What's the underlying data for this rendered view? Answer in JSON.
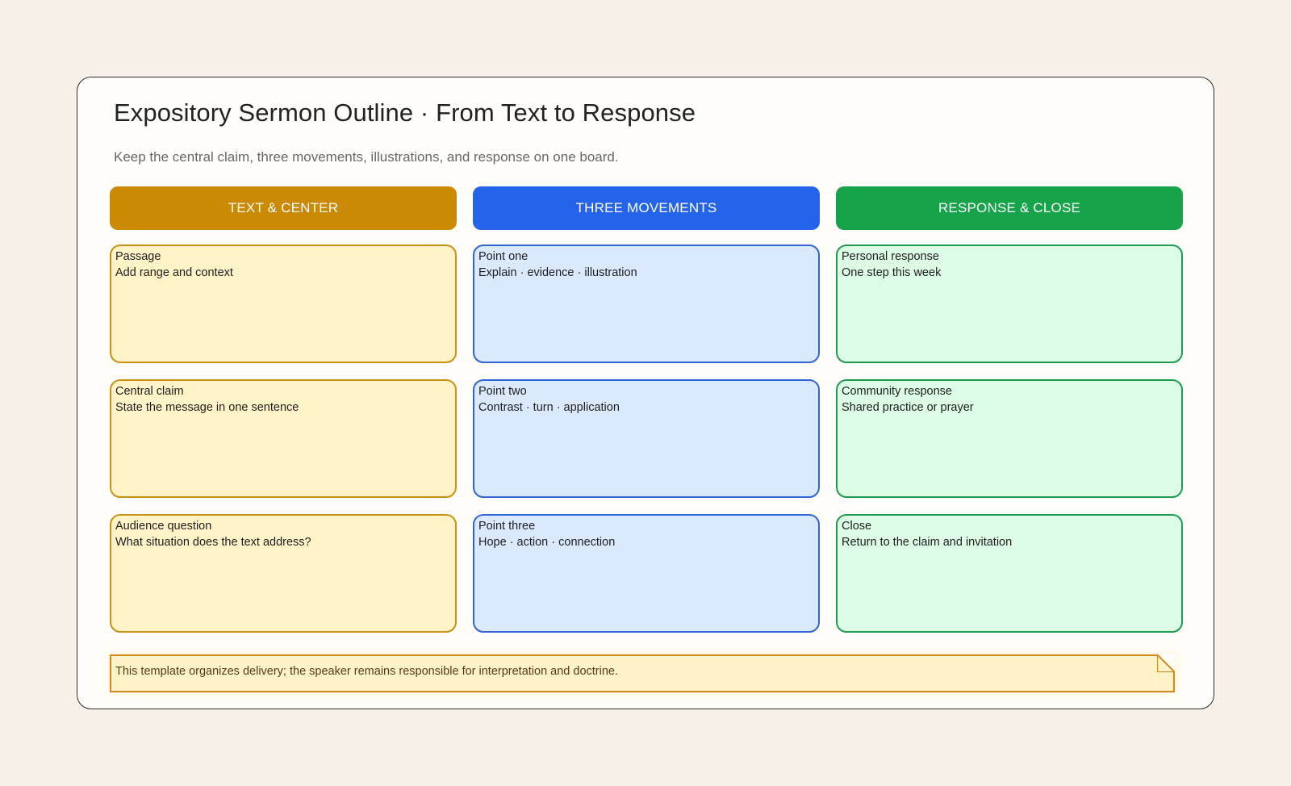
{
  "board": {
    "title": "Expository Sermon Outline · From Text to Response",
    "subtitle": "Keep the central claim, three movements, illustrations, and response on one board."
  },
  "columns": [
    {
      "header": "TEXT & CENTER",
      "color": "#ca8a04",
      "cards": [
        {
          "title": "Passage",
          "detail": "Add range and context"
        },
        {
          "title": "Central claim",
          "detail": "State the message in one sentence"
        },
        {
          "title": "Audience question",
          "detail": "What situation does the text address?"
        }
      ]
    },
    {
      "header": "THREE MOVEMENTS",
      "color": "#2563eb",
      "cards": [
        {
          "title": "Point one",
          "detail": "Explain · evidence · illustration"
        },
        {
          "title": "Point two",
          "detail": "Contrast · turn · application"
        },
        {
          "title": "Point three",
          "detail": "Hope · action · connection"
        }
      ]
    },
    {
      "header": "RESPONSE & CLOSE",
      "color": "#16a34a",
      "cards": [
        {
          "title": "Personal response",
          "detail": "One step this week"
        },
        {
          "title": "Community response",
          "detail": "Shared practice or prayer"
        },
        {
          "title": "Close",
          "detail": "Return to the claim and invitation"
        }
      ]
    }
  ],
  "note": {
    "text": "This template organizes delivery; the speaker remains responsible for interpretation and doctrine."
  }
}
